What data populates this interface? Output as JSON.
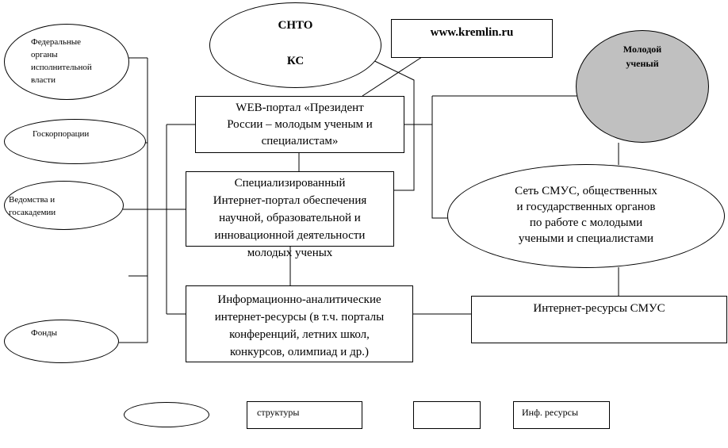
{
  "nodes": {
    "snto": {
      "line1": "СНТО",
      "line2": "КС"
    },
    "kremlin": {
      "label": "www.kremlin.ru"
    },
    "young_scientist": {
      "line1": "Молодой",
      "line2": "ученый",
      "fill_color": "#c0c0c0"
    },
    "federal": {
      "line1": "Федеральные",
      "line2": "органы",
      "line3": "исполнительной",
      "line4": "власти"
    },
    "goskorp": {
      "label": "Госкорпорации"
    },
    "vedomstva": {
      "line1": "Ведомства и",
      "line2": "госакадемии"
    },
    "fondy": {
      "label": "Фонды"
    },
    "web_portal": {
      "line1": "WEB-портал «Президент",
      "line2": "России – молодым ученым и",
      "line3": "специалистам»"
    },
    "spec_portal": {
      "line1": "Специализированный",
      "line2": "Интернет-портал обеспечения",
      "line3": "научной, образовательной и",
      "line4": "инновационной деятельности",
      "line5": "молодых ученых"
    },
    "smus_network": {
      "line1": "Сеть СМУС, общественных",
      "line2": "и государственных органов",
      "line3": "по работе с молодыми",
      "line4": "учеными и специалистами"
    },
    "info_analytic": {
      "line1": "Информационно-аналитические",
      "line2": "интернет-ресурсы (в т.ч. порталы",
      "line3": "конференций, летних школ,",
      "line4": "конкурсов, олимпиад и др.)"
    },
    "smus_resources": {
      "label": "Интернет-ресурсы СМУС"
    }
  },
  "legend": {
    "structures": "структуры",
    "inf_resources": "Инф. ресурсы"
  }
}
